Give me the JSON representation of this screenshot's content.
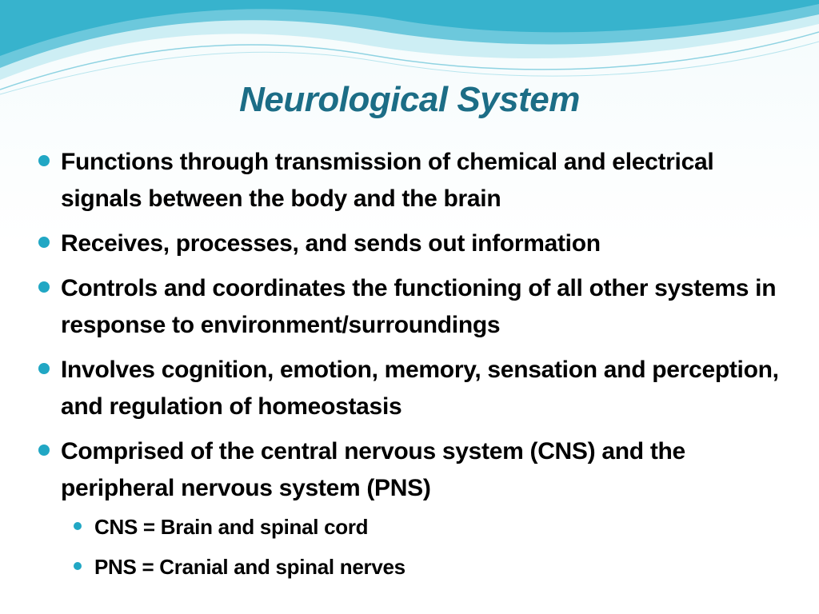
{
  "slide": {
    "title": "Neurological System",
    "bullets": [
      "Functions through transmission of chemical and electrical signals between the body and the brain",
      "Receives, processes, and sends out information",
      "Controls and coordinates the functioning of all other systems in response to environment/surroundings",
      "Involves cognition, emotion, memory, sensation and perception, and regulation of homeostasis",
      "Comprised of the central nervous system (CNS) and the peripheral nervous system (PNS)"
    ],
    "sub_bullets": [
      "CNS = Brain and spinal cord",
      "PNS = Cranial and spinal nerves"
    ]
  },
  "colors": {
    "title": "#1c6d86",
    "bullet_marker": "#21a7c4",
    "wave_dark": "#3cb6d0",
    "wave_light": "#a8dfe9"
  }
}
